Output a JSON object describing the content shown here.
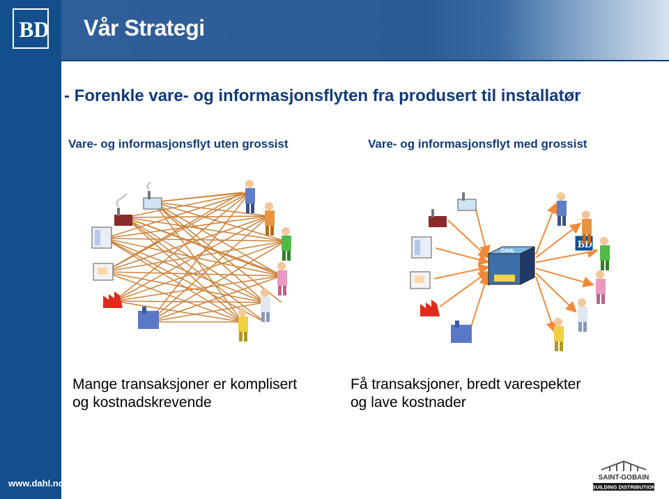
{
  "header": {
    "title": "Vår Strategi",
    "logo_text": "BD"
  },
  "objective": "- Forenkle vare- og informasjonsflyten fra produsert til installatør",
  "left_panel": {
    "caption": "Vare- og informasjonsflyt uten grossist",
    "summary_line1": "Mange transaksjoner er komplisert",
    "summary_line2": "og kostnadskrevende"
  },
  "right_panel": {
    "caption": "Vare- og informasjonsflyt med grossist",
    "warehouse_label": "DAHL",
    "summary_line1": "Få transaksjoner, bredt varespekter",
    "summary_line2": "og lave kostnader"
  },
  "footer": {
    "url": "www.dahl.no",
    "partner_name": "SAINT-GOBAIN",
    "partner_tagline": "BUILDING DISTRIBUTION"
  },
  "colors": {
    "sidebar": "#124f8c",
    "title_text": "#ffffff",
    "heading_text": "#123a78",
    "line_mesh": "#c77a2c",
    "arrow": "#f08a3a"
  }
}
